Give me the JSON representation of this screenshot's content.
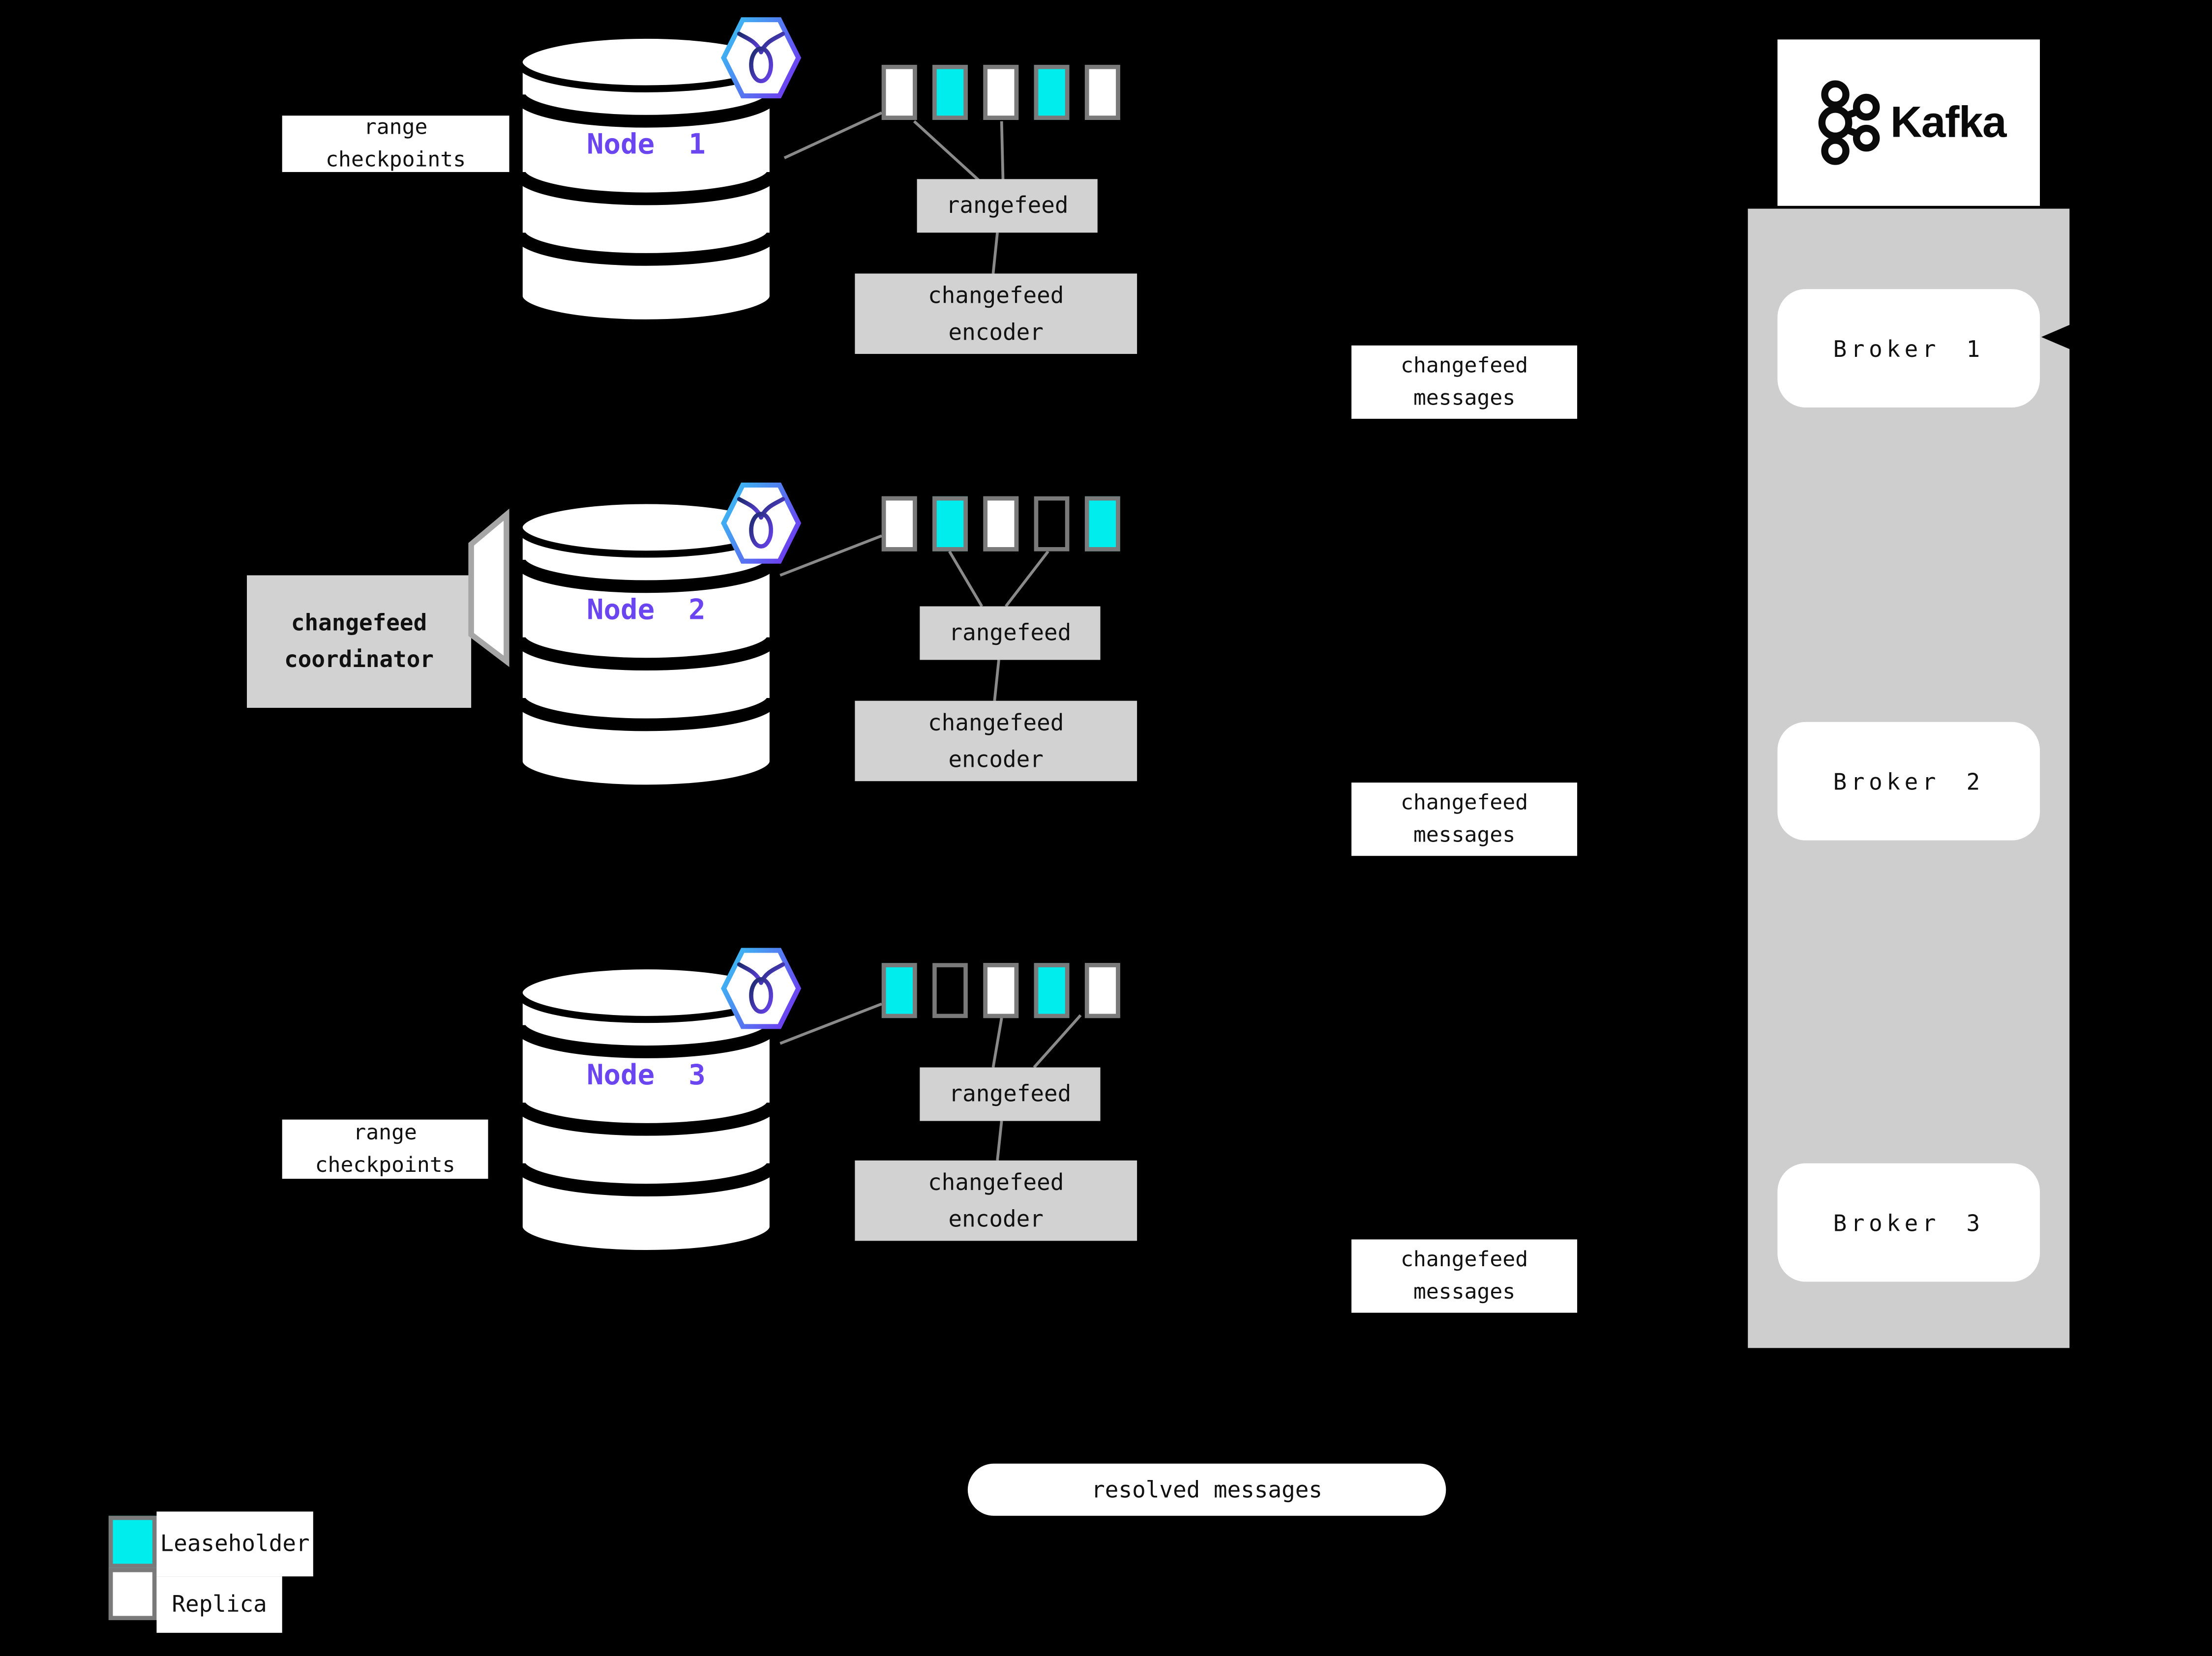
{
  "colors": {
    "background": "#000000",
    "leaseholder_teal": "#00EDED",
    "replica_white": "#ffffff",
    "box_gray": "#d2d2d2",
    "kafka_container_gray": "#cecece",
    "node_label_purple": "#6B46F0",
    "connector_gray": "#8a8a8a"
  },
  "nodes": [
    {
      "label": "Node 1",
      "checkpoint_label": "range checkpoints",
      "ranges": [
        "replica",
        "leaseholder",
        "replica",
        "leaseholder",
        "replica"
      ],
      "rangefeed_label": "rangefeed",
      "encoder_label": "changefeed encoder",
      "messages_label": "changefeed messages"
    },
    {
      "label": "Node 2",
      "coordinator_label": "changefeed coordinator",
      "ranges": [
        "replica",
        "leaseholder",
        "replica",
        "empty",
        "leaseholder"
      ],
      "rangefeed_label": "rangefeed",
      "encoder_label": "changefeed encoder",
      "messages_label": "changefeed messages"
    },
    {
      "label": "Node 3",
      "checkpoint_label": "range checkpoints",
      "ranges": [
        "leaseholder",
        "empty",
        "replica",
        "leaseholder",
        "replica"
      ],
      "rangefeed_label": "rangefeed",
      "encoder_label": "changefeed encoder",
      "messages_label": "changefeed messages"
    }
  ],
  "kafka": {
    "wordmark": "Kafka",
    "brokers": [
      "Broker 1",
      "Broker 2",
      "Broker 3"
    ]
  },
  "resolved_label": "resolved messages",
  "legend": {
    "items": [
      {
        "label": "Leaseholder",
        "type": "leaseholder"
      },
      {
        "label": "Replica",
        "type": "replica"
      }
    ]
  }
}
